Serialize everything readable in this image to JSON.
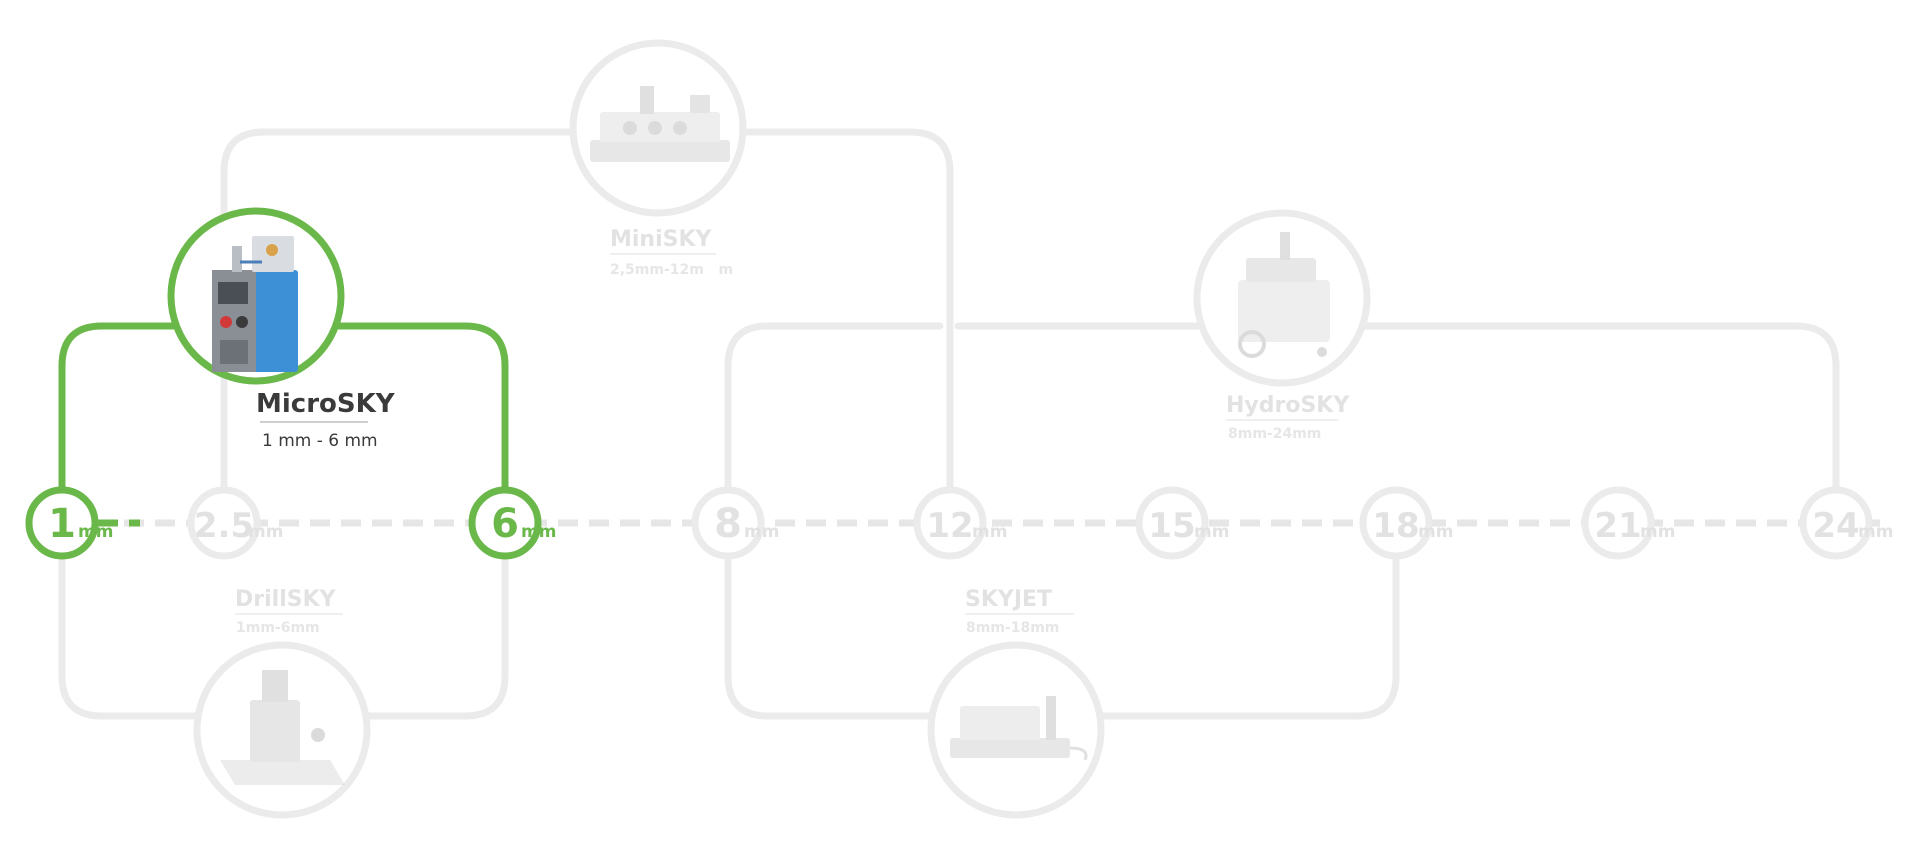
{
  "colors": {
    "active": "#6ab84a",
    "inactive": "#ebebeb",
    "inactive_text": "#e2e2e2",
    "active_text": "#3a3a3a",
    "underline": "#cfcfcf"
  },
  "scale": {
    "unit": "mm",
    "nodes": [
      {
        "value": "1",
        "active": true
      },
      {
        "value": "2.5",
        "active": false
      },
      {
        "value": "6",
        "active": true
      },
      {
        "value": "8",
        "active": false
      },
      {
        "value": "12",
        "active": false
      },
      {
        "value": "15",
        "active": false
      },
      {
        "value": "18",
        "active": false
      },
      {
        "value": "21",
        "active": false
      },
      {
        "value": "24",
        "active": false
      }
    ]
  },
  "products": {
    "microsky": {
      "name": "MicroSKY",
      "range": "1 mm - 6 mm",
      "icon": "microsky-machine-icon",
      "active": true
    },
    "minisky": {
      "name": "MiniSKY",
      "range": "2,5mm-12m   m",
      "icon": "minisky-machine-icon",
      "active": false
    },
    "hydrosky": {
      "name": "HydroSKY",
      "range": "8mm-24mm",
      "icon": "hydrosky-machine-icon",
      "active": false
    },
    "drillsky": {
      "name": "DrillSKY",
      "range": "1mm-6mm",
      "icon": "drillsky-machine-icon",
      "active": false
    },
    "skyjet": {
      "name": "SKYJET",
      "range": "8mm-18mm",
      "icon": "skyjet-machine-icon",
      "active": false
    }
  }
}
